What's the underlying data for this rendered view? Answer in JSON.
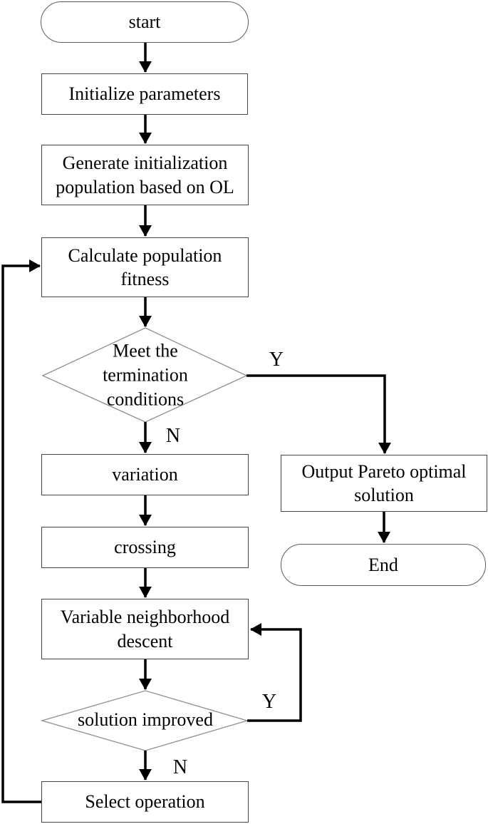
{
  "figure": {
    "type": "flowchart",
    "description": "Algorithm flowchart with variable neighborhood descent and Pareto optimal output"
  },
  "nodes": {
    "start": {
      "label": "start",
      "shape": "terminator"
    },
    "initialize_parameters": {
      "label": "Initialize parameters",
      "shape": "process"
    },
    "generate_population": {
      "label": "Generate initialization population based on OL",
      "shape": "process"
    },
    "calculate_fitness": {
      "label": "Calculate population fitness",
      "shape": "process"
    },
    "termination_check": {
      "label": "Meet the termination conditions",
      "shape": "decision"
    },
    "variation": {
      "label": "variation",
      "shape": "process"
    },
    "crossing": {
      "label": "crossing",
      "shape": "process"
    },
    "vnd": {
      "label": "Variable neighborhood descent",
      "shape": "process"
    },
    "solution_improved": {
      "label": "solution improved",
      "shape": "decision"
    },
    "select_operation": {
      "label": "Select operation",
      "shape": "process"
    },
    "output_pareto": {
      "label": "Output Pareto optimal solution",
      "shape": "process"
    },
    "end": {
      "label": "End",
      "shape": "terminator"
    }
  },
  "edge_labels": {
    "termination_yes": "Y",
    "termination_no": "N",
    "improved_yes": "Y",
    "improved_no": "N"
  },
  "edges": [
    {
      "from": "start",
      "to": "initialize_parameters"
    },
    {
      "from": "initialize_parameters",
      "to": "generate_population"
    },
    {
      "from": "generate_population",
      "to": "calculate_fitness"
    },
    {
      "from": "calculate_fitness",
      "to": "termination_check"
    },
    {
      "from": "termination_check",
      "to": "output_pareto",
      "label": "Y"
    },
    {
      "from": "termination_check",
      "to": "variation",
      "label": "N"
    },
    {
      "from": "variation",
      "to": "crossing"
    },
    {
      "from": "crossing",
      "to": "vnd"
    },
    {
      "from": "vnd",
      "to": "solution_improved"
    },
    {
      "from": "solution_improved",
      "to": "vnd",
      "label": "Y"
    },
    {
      "from": "solution_improved",
      "to": "select_operation",
      "label": "N"
    },
    {
      "from": "select_operation",
      "to": "calculate_fitness"
    },
    {
      "from": "output_pareto",
      "to": "end"
    }
  ],
  "colors": {
    "line": "#000000",
    "process_border": "#454545",
    "terminator_border": "#5c5c5c",
    "decision_border": "#8f8f8f",
    "text": "#000000",
    "background": "#ffffff"
  }
}
